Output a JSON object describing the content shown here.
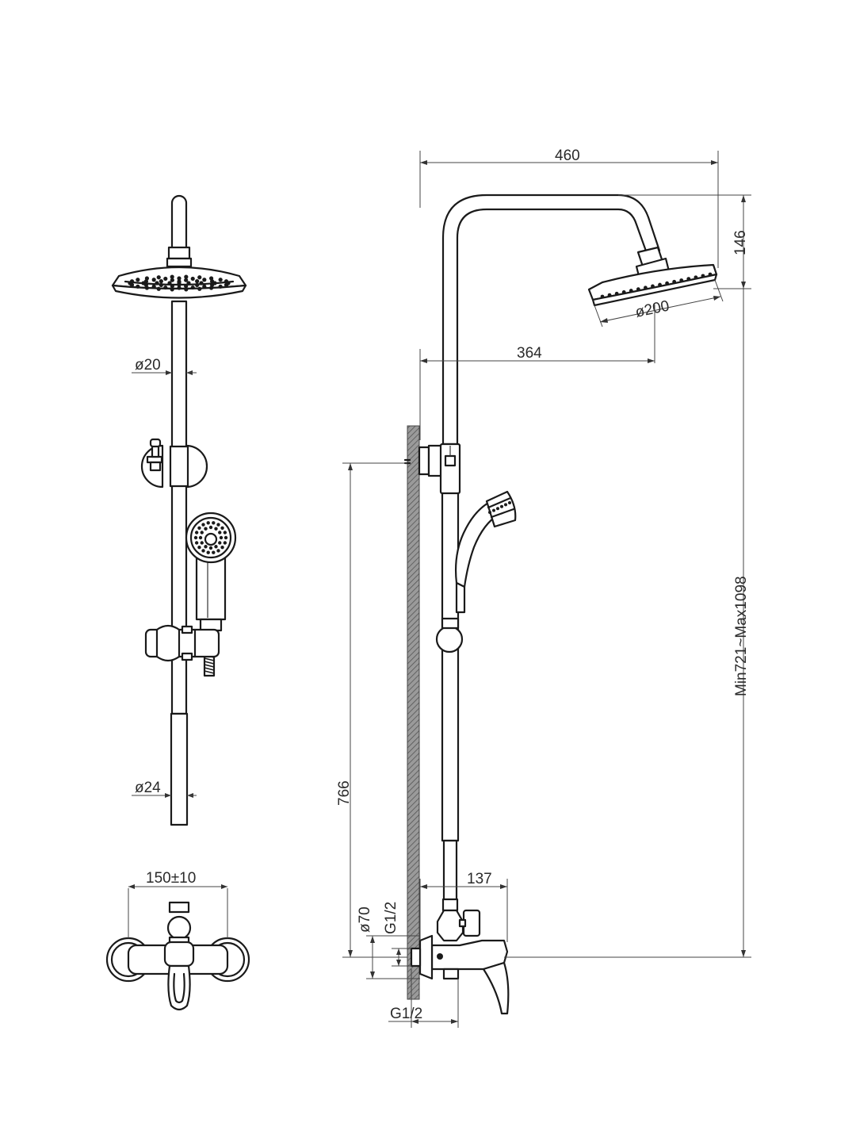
{
  "front_view": {
    "pipe_upper_diameter": "ø20",
    "pipe_lower_diameter": "ø24",
    "inlet_spacing": "150±10"
  },
  "side_view": {
    "total_reach": "460",
    "head_offset": "364",
    "head_height": "146",
    "head_diameter": "ø200",
    "height_range": "Min721~Max1098",
    "bracket_height": "766",
    "mixer_depth": "137",
    "flange_diameter": "ø70",
    "thread_upper": "G1/2",
    "thread_lower": "G1/2"
  },
  "colors": {
    "line": "#1a1a1a",
    "wall": "#7a7a7a"
  }
}
